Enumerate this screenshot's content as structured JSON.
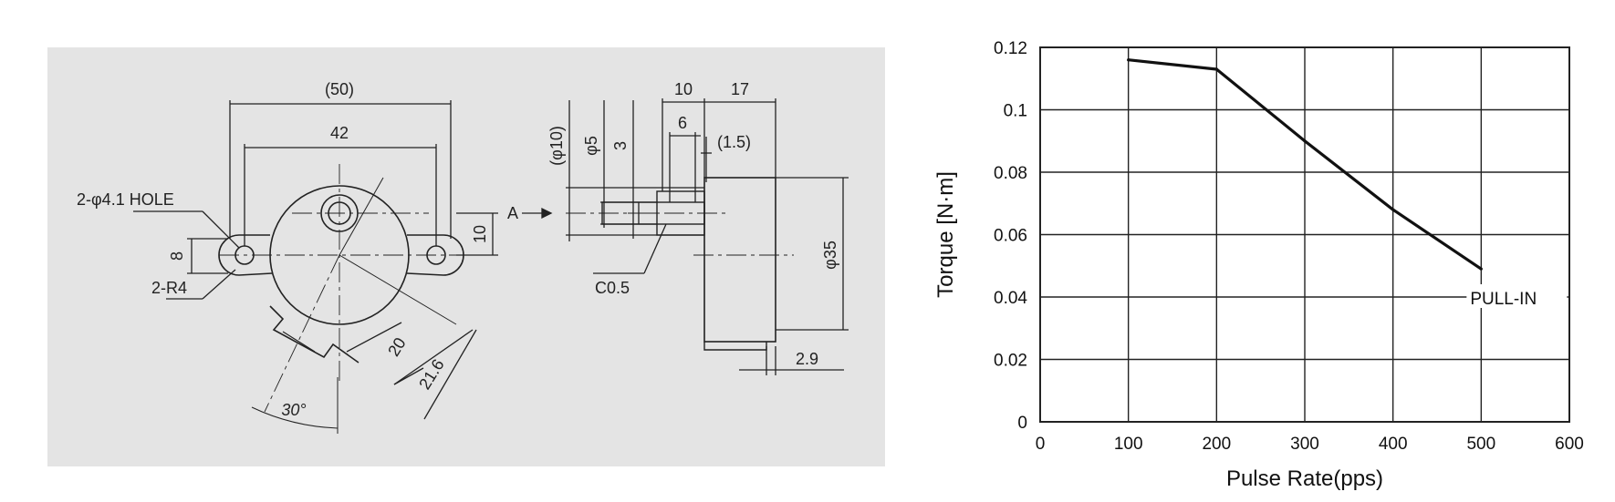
{
  "drawing": {
    "dim_50": "(50)",
    "dim_42": "42",
    "label_hole": "2-φ4.1 HOLE",
    "label_radius": "2-R4",
    "dim_8": "8",
    "dim_10_vert": "10",
    "view_a": "A",
    "dim_20": "20",
    "dim_21_6": "21.6",
    "angle_30": "30°",
    "dim_10_top": "10",
    "dim_17": "17",
    "dim_6": "6",
    "dim_1_5": "(1.5)",
    "dim_phi10": "(φ10)",
    "dim_phi5": "φ5",
    "dim_3": "3",
    "label_c05": "C0.5",
    "dim_phi35": "φ35",
    "dim_2_9": "2.9"
  },
  "chart_data": {
    "type": "line",
    "xlabel": "Pulse Rate(pps)",
    "ylabel": "Torque [N·m]",
    "xlim": [
      0,
      600
    ],
    "ylim": [
      0,
      0.12
    ],
    "xticks": [
      0,
      100,
      200,
      300,
      400,
      500,
      600
    ],
    "yticks": [
      0,
      0.02,
      0.04,
      0.06,
      0.08,
      0.1,
      0.12
    ],
    "xtick_labels": [
      "0",
      "100",
      "200",
      "300",
      "400",
      "500",
      "600"
    ],
    "ytick_labels": [
      "0",
      "0.02",
      "0.04",
      "0.06",
      "0.08",
      "0.1",
      "0.12"
    ],
    "grid": true,
    "series": [
      {
        "name": "PULL-IN",
        "x": [
          100,
          200,
          300,
          400,
          500
        ],
        "y": [
          0.116,
          0.113,
          0.09,
          0.068,
          0.049
        ]
      }
    ]
  }
}
